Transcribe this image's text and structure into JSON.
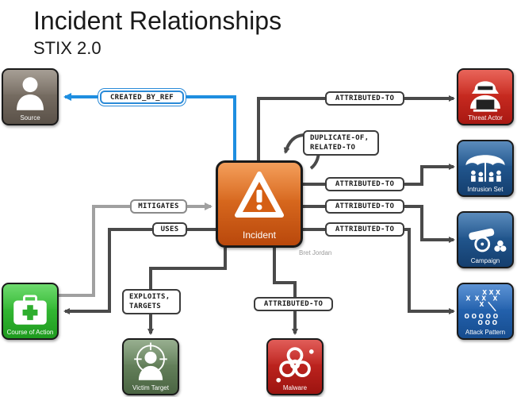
{
  "title": "Incident Relationships",
  "subtitle": "STIX 2.0",
  "credit": "Bret Jordan",
  "nodes": {
    "source": {
      "label": "Source",
      "icon": "person-silhouette-icon",
      "color": "#6f655a"
    },
    "threat_actor": {
      "label": "Threat Actor",
      "icon": "hooded-hacker-icon",
      "color": "#c62820"
    },
    "intrusion_set": {
      "label": "Intrusion Set",
      "icon": "umbrella-group-icon",
      "color": "#1f4f86"
    },
    "campaign": {
      "label": "Campaign",
      "icon": "cannon-icon",
      "color": "#1f4f86"
    },
    "attack_pattern": {
      "label": "Attack Pattern",
      "icon": "play-diagram-icon",
      "color": "#1f5aa8"
    },
    "incident": {
      "label": "Incident",
      "icon": "warning-triangle-icon",
      "color": "#e06a1a"
    },
    "course_of_action": {
      "label": "Course of Action",
      "icon": "first-aid-kit-icon",
      "color": "#2eae2e"
    },
    "victim_target": {
      "label": "Victim Target",
      "icon": "crosshair-person-icon",
      "color": "#5c7a52"
    },
    "malware": {
      "label": "Malware",
      "icon": "biohazard-icon",
      "color": "#c0201a"
    }
  },
  "relationships": {
    "created_by_ref": "CREATED_BY_REF",
    "attributed_to_threat_actor": "ATTRIBUTED-TO",
    "duplicate_of": [
      "DUPLICATE-OF,",
      "RELATED-TO"
    ],
    "attributed_to_intrusion_set": "ATTRIBUTED-TO",
    "attributed_to_campaign": "ATTRIBUTED-TO",
    "attributed_to_attack_pattern": "ATTRIBUTED-TO",
    "mitigates": "MITIGATES",
    "uses": "USES",
    "exploits_targets": [
      "EXPLOITS,",
      "TARGETS"
    ],
    "attributed_to_malware": "ATTRIBUTED-TO"
  },
  "colors": {
    "connector": "#4a4a4a",
    "created_by_ref": "#1e8ee0",
    "mitigates": "#a0a0a0"
  }
}
